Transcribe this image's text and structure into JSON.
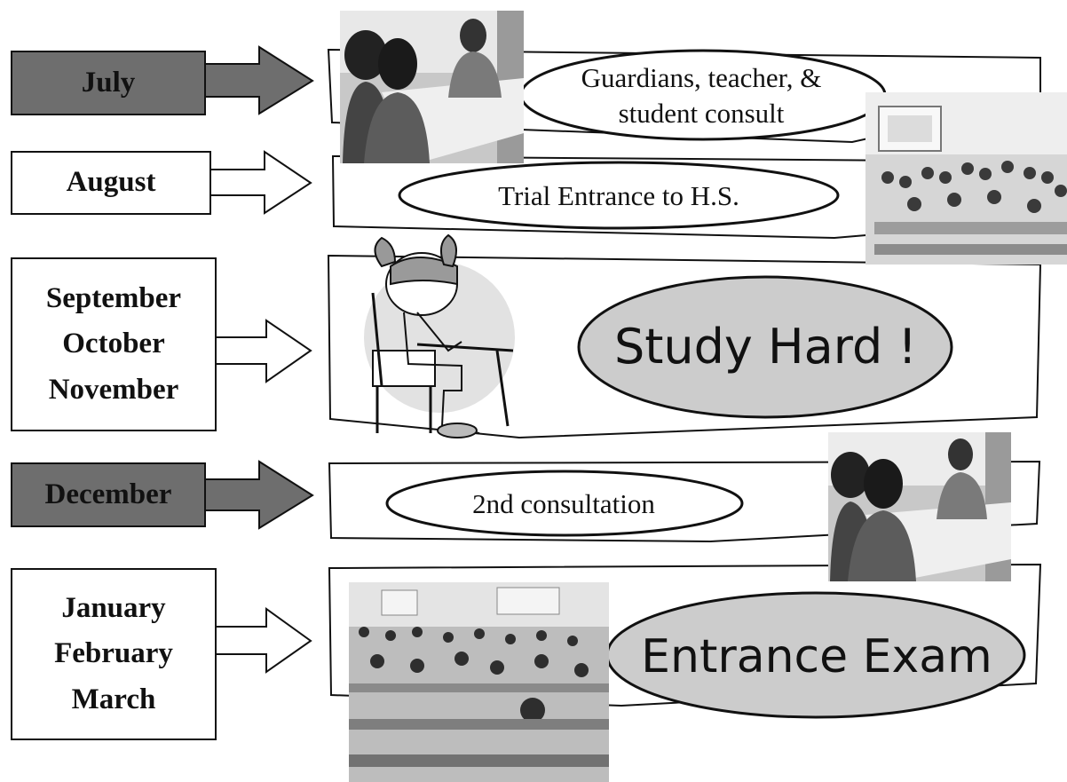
{
  "months": {
    "july": "July",
    "august": "August",
    "fall": [
      "September",
      "October",
      "November"
    ],
    "december": "December",
    "winter": [
      "January",
      "February",
      "March"
    ]
  },
  "events": {
    "consult_line1": "Guardians, teacher, &",
    "consult_line2": "student consult",
    "trial": "Trial Entrance to H.S.",
    "study": "Study Hard !",
    "second_consult": "2nd consultation",
    "exam": "Entrance Exam"
  },
  "colors": {
    "dark_box": "#6e6e6e",
    "oval_fill": "#cccccc",
    "line": "#111111"
  }
}
